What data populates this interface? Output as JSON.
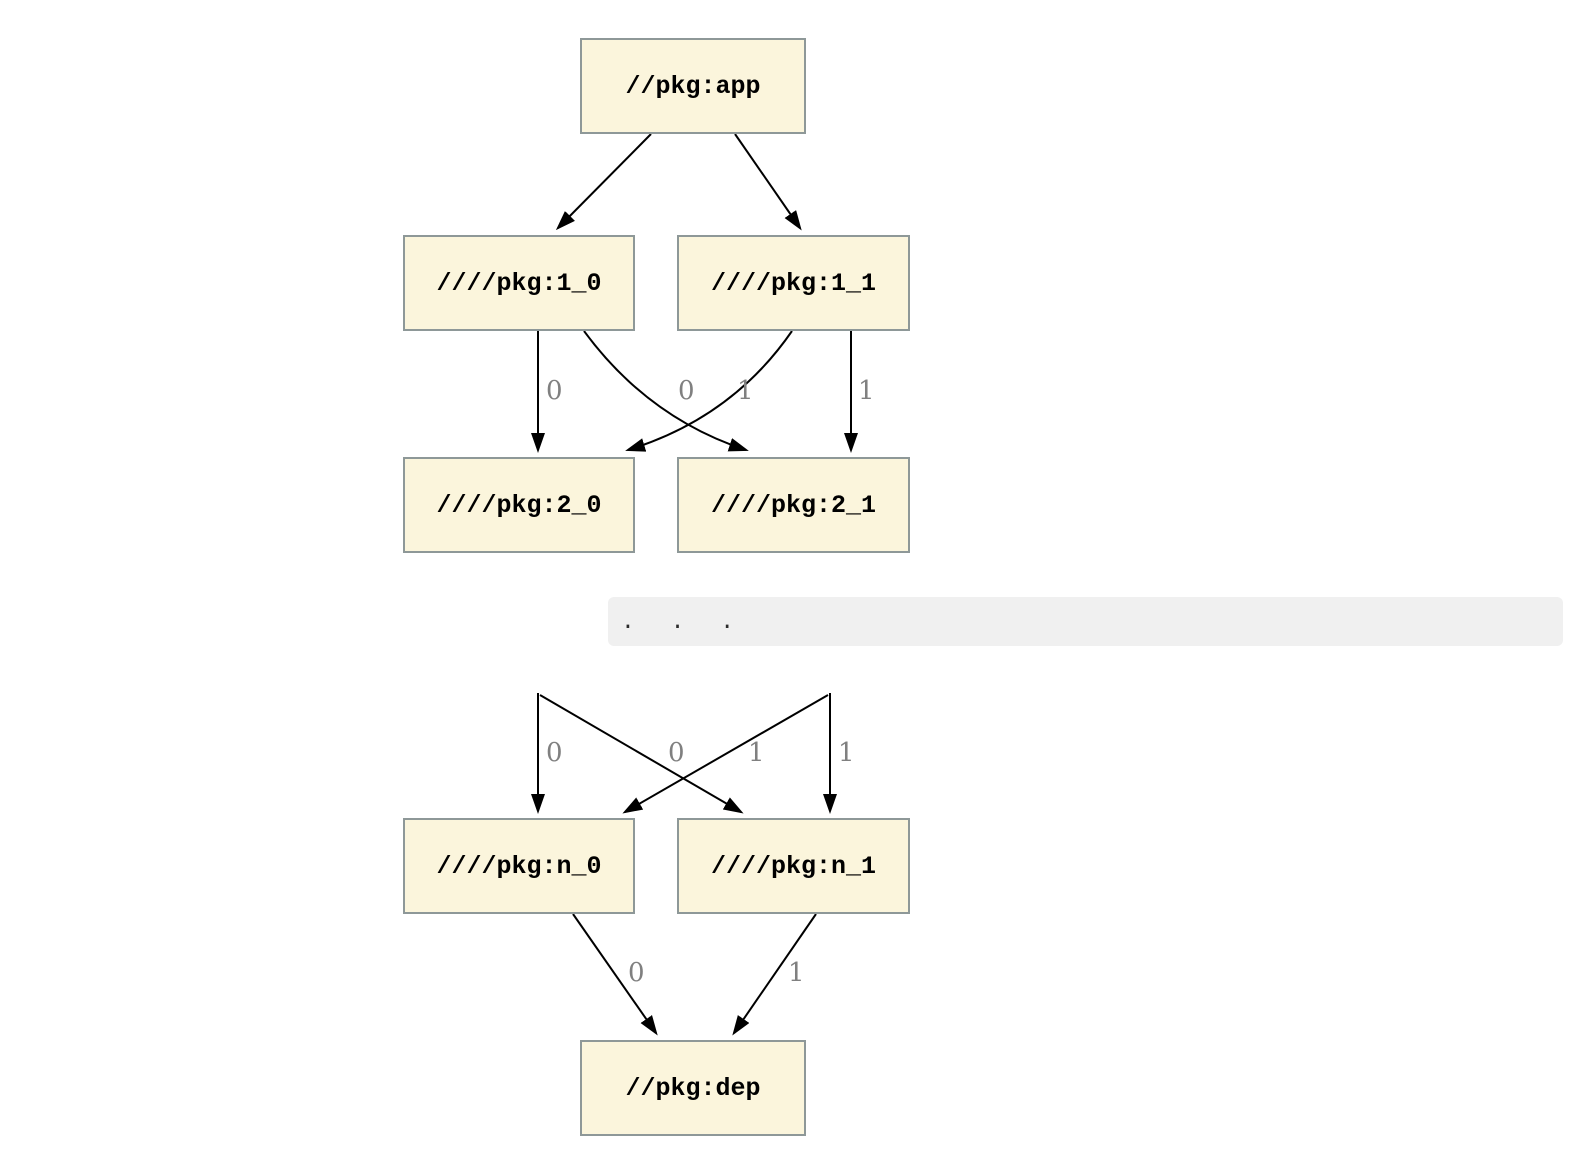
{
  "colors": {
    "edge": "#000000",
    "edge_label": "#808080",
    "node_fill": "#fbf5dc",
    "node_border": "#8e9898",
    "node_text": "#000000",
    "band_bg": "#f0f0f0",
    "band_text": "#2b2b2b"
  },
  "nodes": [
    {
      "id": "app",
      "label": "//pkg:app"
    },
    {
      "id": "1_0",
      "label": "////pkg:1_0"
    },
    {
      "id": "1_1",
      "label": "////pkg:1_1"
    },
    {
      "id": "2_0",
      "label": "////pkg:2_0"
    },
    {
      "id": "2_1",
      "label": "////pkg:2_1"
    },
    {
      "id": "n_0",
      "label": "////pkg:n_0"
    },
    {
      "id": "n_1",
      "label": "////pkg:n_1"
    },
    {
      "id": "dep",
      "label": "//pkg:dep"
    }
  ],
  "separator": {
    "text": ". . ."
  },
  "edges": [
    {
      "from": "app",
      "to": "1_0",
      "label": ""
    },
    {
      "from": "app",
      "to": "1_1",
      "label": ""
    },
    {
      "from": "1_0",
      "to": "2_0",
      "label": "0"
    },
    {
      "from": "1_0",
      "to": "2_1",
      "label": "0"
    },
    {
      "from": "1_1",
      "to": "2_0",
      "label": "1"
    },
    {
      "from": "1_1",
      "to": "2_1",
      "label": "1"
    },
    {
      "from": "elided-left",
      "to": "n_0",
      "label": "0"
    },
    {
      "from": "elided-left",
      "to": "n_1",
      "label": "0"
    },
    {
      "from": "elided-right",
      "to": "n_0",
      "label": "1"
    },
    {
      "from": "elided-right",
      "to": "n_1",
      "label": "1"
    },
    {
      "from": "n_0",
      "to": "dep",
      "label": "0"
    },
    {
      "from": "n_1",
      "to": "dep",
      "label": "1"
    }
  ]
}
